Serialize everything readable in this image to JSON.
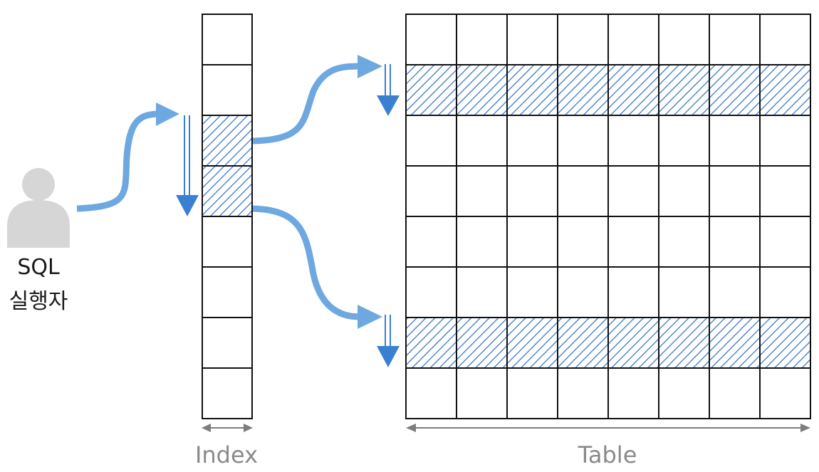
{
  "actor": {
    "line1": "SQL",
    "line2": "실행자"
  },
  "index": {
    "label": "Index",
    "rows": 8,
    "highlighted_rows": [
      3,
      4
    ]
  },
  "table": {
    "label": "Table",
    "rows": 8,
    "cols": 8,
    "highlighted_rows": [
      2,
      7
    ]
  },
  "colors": {
    "flow_arrow": "#6ea8e0",
    "scan_arrow": "#3b7fd0",
    "hatch": "#2d6fc4",
    "grid": "#111111",
    "person": "#d6d6d6",
    "caption_arrow": "#7d7d7d"
  }
}
